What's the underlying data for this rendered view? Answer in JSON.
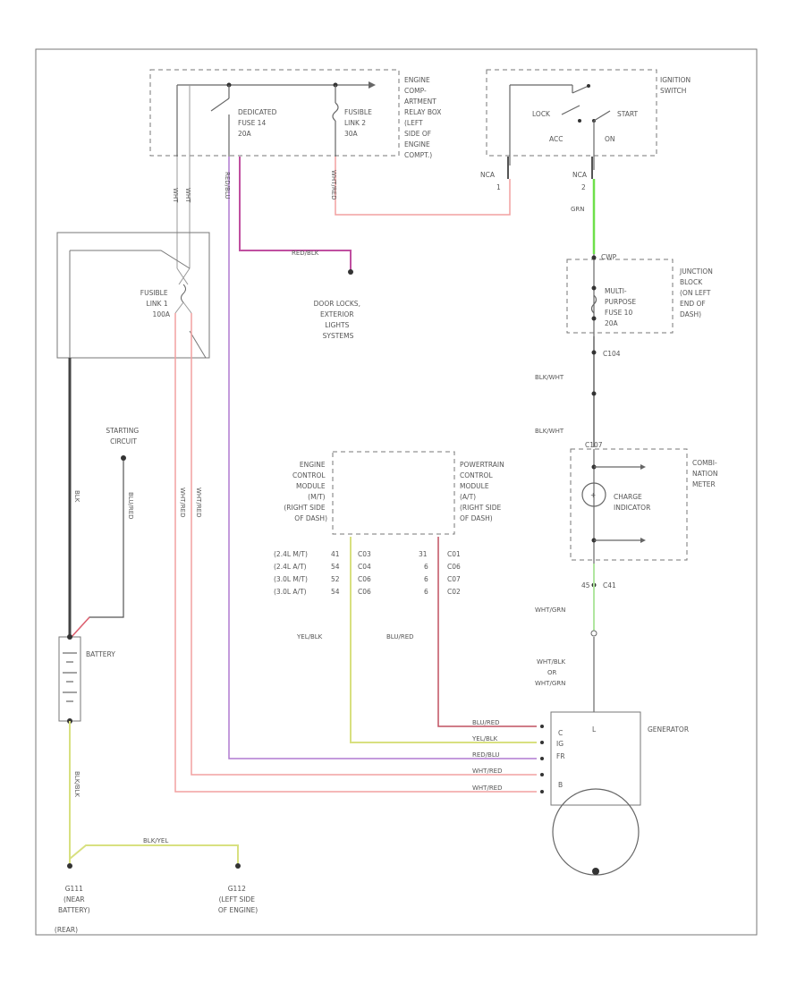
{
  "colors": {
    "frame": "#777777",
    "wire_red_pink": "#f2a0a0",
    "wire_violet": "#a070c8",
    "wire_magenta": "#c04fa0",
    "wire_green": "#6ee04a",
    "wire_light_green": "#b0e6a0",
    "wire_yellow": "#d8e080",
    "wire_dark_red": "#c05060",
    "wire_black": "#444444"
  },
  "components": {
    "engine_relay_box": [
      "ENGINE",
      "COMP-",
      "ARTMENT",
      "RELAY BOX",
      "(LEFT",
      "SIDE OF",
      "ENGINE",
      "COMPT.)"
    ],
    "dedicated_fuse": [
      "DEDICATED",
      "FUSE 14",
      "20A"
    ],
    "fusible_link_2": [
      "FUSIBLE",
      "LINK 2",
      "30A"
    ],
    "ignition_switch": [
      "IGNITION",
      "SWITCH"
    ],
    "lock": "LOCK",
    "start": "START",
    "acc": "ACC",
    "on": "ON",
    "fusible_link_1": [
      "FUSIBLE",
      "LINK 1",
      "100A"
    ],
    "door_locks": [
      "DOOR LOCKS,",
      "EXTERIOR",
      "LIGHTS",
      "SYSTEMS"
    ],
    "junction_block": [
      "JUNCTION",
      "BLOCK",
      "(ON LEFT",
      "END OF",
      "DASH)"
    ],
    "multi_purpose_fuse": [
      "MULTI-",
      "PURPOSE",
      "FUSE 10",
      "20A"
    ],
    "starting_circuit": [
      "STARTING",
      "CIRCUIT"
    ],
    "ecm": [
      "ENGINE",
      "CONTROL",
      "MODULE",
      "(M/T)",
      "(RIGHT SIDE",
      "OF DASH)"
    ],
    "pcm": [
      "POWERTRAIN",
      "CONTROL",
      "MODULE",
      "(A/T)",
      "(RIGHT SIDE",
      "OF DASH)"
    ],
    "combination_meter": [
      "COMBI-",
      "NATION",
      "METER"
    ],
    "charge_indicator": [
      "CHARGE",
      "INDICATOR"
    ],
    "battery": "BATTERY",
    "generator": "GENERATOR",
    "g111": [
      "G111",
      "(NEAR",
      "BATTERY)"
    ],
    "g112": [
      "G112",
      "(LEFT SIDE",
      "OF ENGINE)"
    ],
    "g111_extra": "(REAR)"
  },
  "connectors": {
    "nca_1": "NCA",
    "pin_1": "1",
    "nca_2": "NCA",
    "pin_2": "2",
    "cwp_top": "CWP",
    "c104": "C104",
    "c107": "C107",
    "pin_45": "45",
    "c41": "C41",
    "gen_l": "L",
    "gen_c": "C",
    "gen_fr": "FR",
    "gen_b": "B",
    "gen_ig": "IG"
  },
  "ecm_table": {
    "rows": [
      [
        "(2.4L M/T)",
        "41",
        "C03",
        "31",
        "C01"
      ],
      [
        "(2.4L A/T)",
        "54",
        "C04",
        "6",
        "C06"
      ],
      [
        "(3.0L M/T)",
        "52",
        "C06",
        "6",
        "C07"
      ],
      [
        "(3.0L A/T)",
        "54",
        "C06",
        "6",
        "C02"
      ]
    ]
  },
  "wires": {
    "wht_1": "WHT",
    "wht_2": "WHT",
    "red_blu": "RED/BLU",
    "wht_red_top": "WHT/RED",
    "red_blk_short": "RED/BLK",
    "grn": "GRN",
    "blk_wht_1": "BLK/WHT",
    "blk_wht_2": "BLK/WHT",
    "blk": "BLK",
    "blu_red": "BLU/RED",
    "wht_red_v1": "WHT/RED",
    "wht_red_v2": "WHT/RED",
    "yel_blk": "YEL/BLK",
    "blu_red_2": "BLU/RED",
    "wht_grn": "WHT/GRN",
    "wht_blk_or": [
      "WHT/BLK",
      "OR",
      "WHT/GRN"
    ],
    "gen_blu_red": "BLU/RED",
    "gen_yel_blk": "YEL/BLK",
    "gen_red_blu": "RED/BLU",
    "gen_wht_red_1": "WHT/RED",
    "gen_wht_red_2": "WHT/RED",
    "blk_bat": "BLK/BLK",
    "blk_yel": "BLK/YEL"
  }
}
